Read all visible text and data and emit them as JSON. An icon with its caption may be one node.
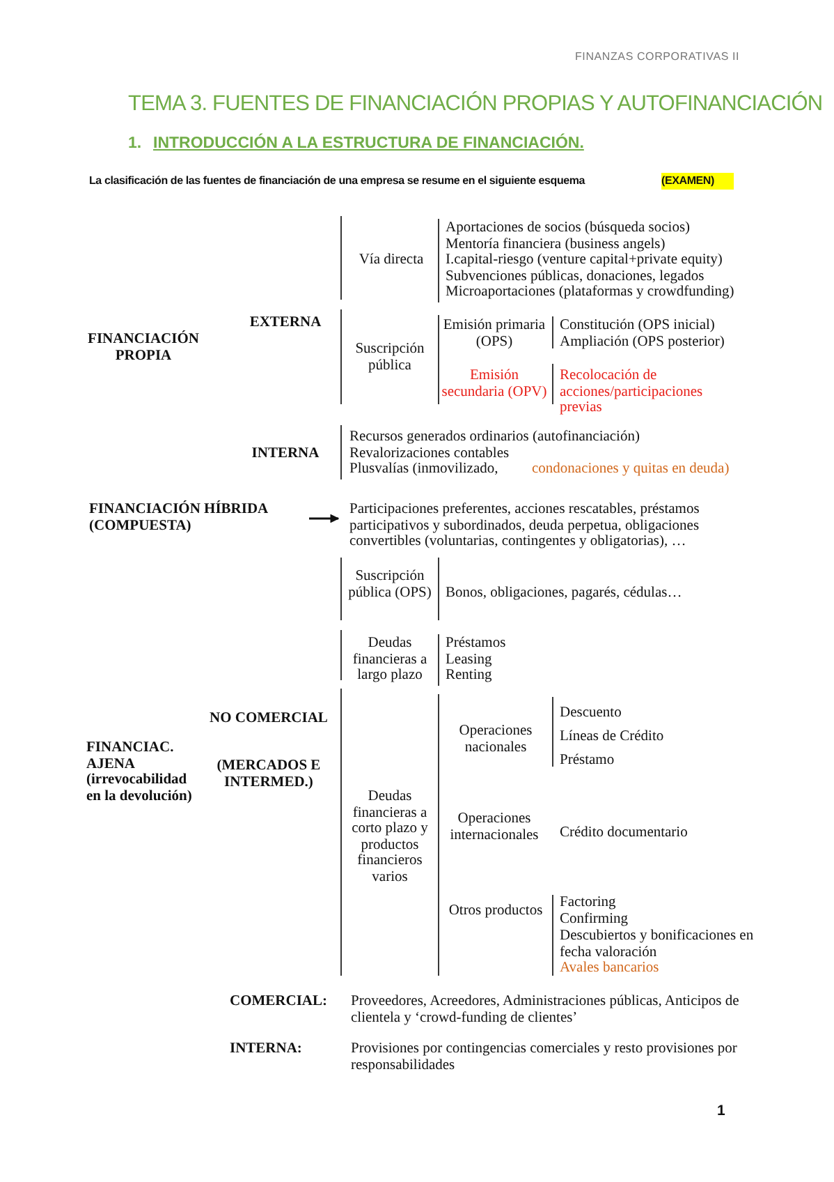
{
  "diagram": {
    "title": "TEMA 3. FUENTES DE FINANCIACIÓN PROPIAS Y AUTOFINANCIACIÓN",
    "nodes": [
      {
        "text": [
          "FINANCIACIÓN HÍBRIDA (COMPUESTA)"
        ]
      },
      {
        "text": [
          "Participaciones preferentes, acciones rescatables, préstamos participativos y subordinados, deuda perpetua, obligaciones convertibles (voluntarias, contingentes y obligatorias), …"
        ]
      }
    ],
    "edges": [
      {
        "from": 0,
        "to": 1,
        "arrow": "to"
      }
    ],
    "labels": [
      "FINANZAS CORPORATIVAS II",
      "1.",
      "INTRODUCCIÓN A LA ESTRUCTURA DE FINANCIACIÓN.",
      "La clasificación de las fuentes de financiación de una empresa se resume en el siguiente esquema",
      "(EXAMEN)",
      "FINANCIACIÓN PROPIA",
      "EXTERNA",
      "Vía directa",
      "Aportaciones de socios (búsqueda socios)",
      "Mentoría financiera (business angels)",
      "I.capital-riesgo (venture capital+private equity)",
      "Subvenciones públicas, donaciones, legados",
      "Microaportaciones (plataformas y crowdfunding)",
      "Suscripción pública",
      "Emisión primaria (OPS)",
      "Constitución (OPS inicial)",
      "Ampliación (OPS posterior)",
      "Emisión secundaria (OPV)",
      "Recolocación de acciones/participaciones previas",
      "INTERNA",
      "Recursos generados ordinarios (autofinanciación)",
      "Revalorizaciones contables",
      "Plusvalías (inmovilizado,",
      "condonaciones y quitas en deuda)",
      "FINANCIAC. AJENA (irrevocabilidad en la devolución)",
      "NO COMERCIAL",
      "(MERCADOS E INTERMED.)",
      "Suscripción pública (OPS)",
      "Bonos, obligaciones, pagarés, cédulas…",
      "Deudas financieras a largo plazo",
      "Préstamos",
      "Leasing",
      "Renting",
      "Deudas financieras a corto plazo y productos financieros varios",
      "Operaciones nacionales",
      "Descuento",
      "Líneas de Crédito",
      "Préstamo",
      "Operaciones internacionales",
      "Crédito documentario",
      "Otros productos",
      "Factoring",
      "Confirming",
      "Descubiertos y bonificaciones en fecha valoración",
      "Avales bancarios",
      "COMERCIAL:",
      "Proveedores, Acreedores, Administraciones públicas, Anticipos de clientela y ‘crowd-funding de clientes’",
      "INTERNA:",
      "Provisiones por contingencias comerciales y resto provisiones por responsabilidades",
      "1"
    ]
  }
}
